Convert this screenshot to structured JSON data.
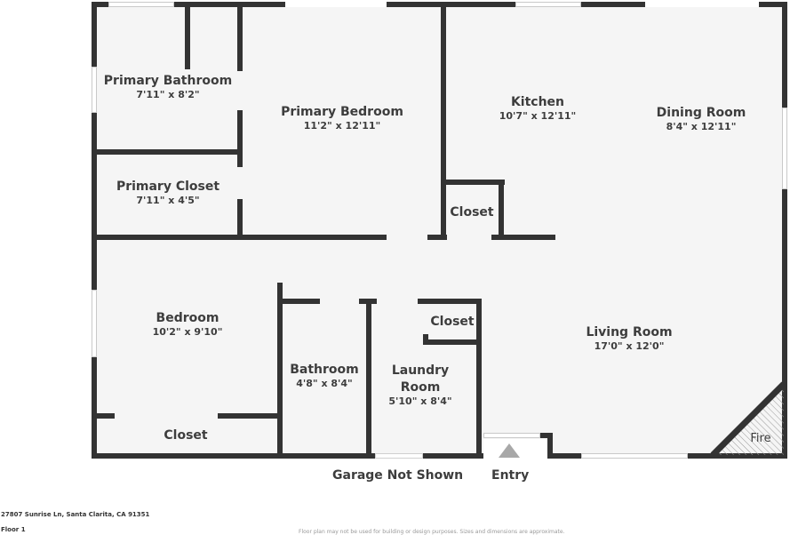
{
  "colors": {
    "wall": "#333333",
    "floor": "#f5f5f5",
    "text": "#3d3d3d",
    "entry_marker": "#a8a8a8"
  },
  "rooms": [
    {
      "name": "Primary Bathroom",
      "dims": "7'11\" x 8'2\""
    },
    {
      "name": "Primary Bedroom",
      "dims": "11'2\" x 12'11\""
    },
    {
      "name": "Kitchen",
      "dims": "10'7\" x 12'11\""
    },
    {
      "name": "Dining Room",
      "dims": "8'4\" x 12'11\""
    },
    {
      "name": "Primary Closet",
      "dims": "7'11\" x 4'5\""
    },
    {
      "name": "Closet",
      "dims": ""
    },
    {
      "name": "Bedroom",
      "dims": "10'2\" x 9'10\""
    },
    {
      "name": "Closet",
      "dims": ""
    },
    {
      "name": "Living Room",
      "dims": "17'0\" x 12'0\""
    },
    {
      "name": "Bathroom",
      "dims": "4'8\" x 8'4\""
    },
    {
      "name": "Laundry Room",
      "name_line1": "Laundry",
      "name_line2": "Room",
      "dims": "5'10\" x 8'4\""
    },
    {
      "name": "Closet",
      "dims": ""
    },
    {
      "name": "Fire",
      "dims": ""
    }
  ],
  "annotations": {
    "garage": "Garage Not Shown",
    "entry": "Entry"
  },
  "footer": {
    "address": "27807 Sunrise Ln, Santa Clarita, CA 91351",
    "floor": "Floor 1",
    "disclaimer": "Floor plan may not be used for building or design purposes. Sizes and dimensions are approximate."
  }
}
